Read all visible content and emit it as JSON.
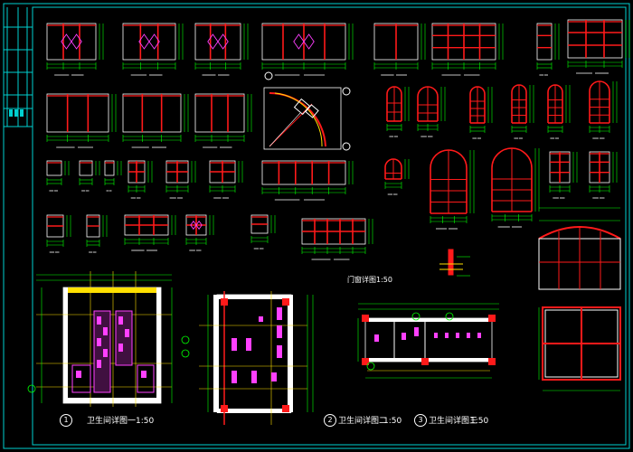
{
  "colors": {
    "background": "#000000",
    "frame": "#00d0d0",
    "wall": "#ff1a1a",
    "frame_line": "#ffffff",
    "dimension": "#00ff00",
    "grid_axis": "#ffe000",
    "fixture": "#ff40ff",
    "hatch": "#00e0ff"
  },
  "labels": {
    "plan1_title": "卫生间详图一",
    "plan1_scale": "1:50",
    "plan2_title": "卫生间详图二",
    "plan2_scale": "1:50",
    "plan3_title": "卫生间详图三",
    "plan3_scale": "1:50",
    "section_title": "门窗详图",
    "section_scale": "1:50",
    "circle_1": "1",
    "circle_2": "2",
    "circle_3": "3"
  }
}
